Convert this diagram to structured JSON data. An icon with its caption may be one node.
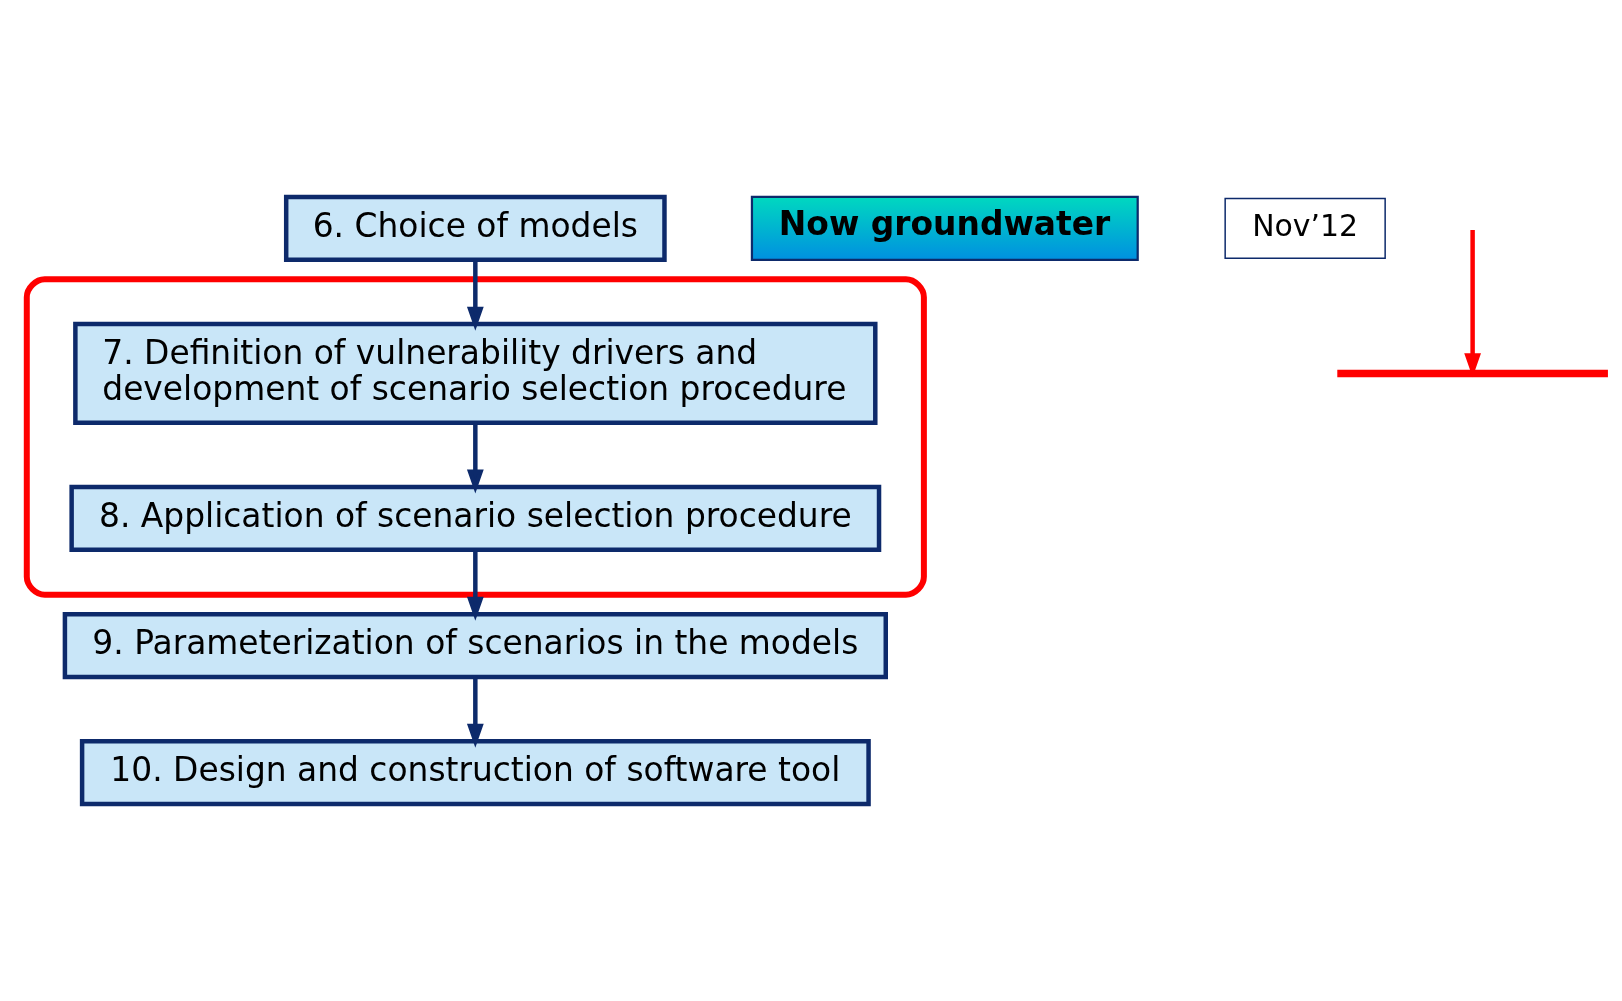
{
  "diagram": {
    "nodes": [
      {
        "text": [
          "6. Choice of models"
        ]
      },
      {
        "text": [
          "Now groundwater"
        ]
      },
      {
        "text": [],
        "shape": "ellipse"
      },
      {
        "text": [
          "7. Definition of vulnerability drivers and development of scenario selection procedure"
        ],
        "in": 2
      },
      {
        "text": [
          "8. Application of scenario selection procedure"
        ],
        "in": 2
      },
      {
        "text": [
          "Nov’12"
        ]
      },
      {
        "text": [],
        "shape": "bar"
      },
      {
        "text": [
          "9. Parameterization of scenarios in the models"
        ]
      },
      {
        "text": [
          "10. Design and construction of software tool"
        ]
      }
    ],
    "edges": [
      {
        "from": 0,
        "to": 3,
        "arrow": "to"
      },
      {
        "from": 3,
        "to": 4,
        "arrow": "to"
      },
      {
        "from": 4,
        "to": 7,
        "arrow": "to"
      },
      {
        "from": 7,
        "to": 8,
        "arrow": "to"
      },
      {
        "from": null,
        "to": 6,
        "arrow": "to",
        "color": "#ff0000"
      }
    ]
  }
}
